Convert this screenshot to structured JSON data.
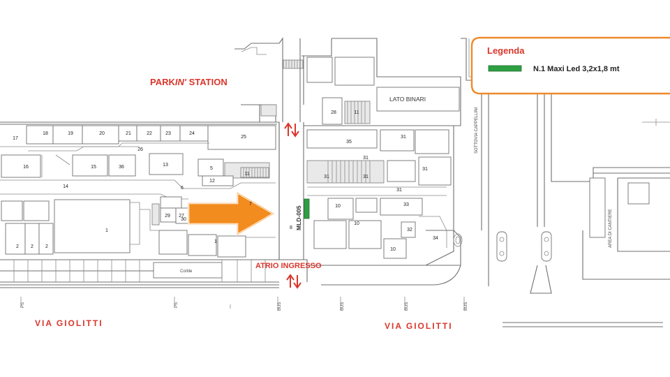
{
  "labels": {
    "parking_station": "PARKIN' STATION",
    "parking_prefix": "PARK",
    "parking_italic": "IN'",
    "parking_suffix": " STATION",
    "atrio_ingresso": "ATRIO INGRESSO",
    "via_giolitti_left": "VIA GIOLITTI",
    "via_giolitti_right": "VIA GIOLITTI",
    "lato_binari": "LATO BINARI",
    "sottovia": "SOTTOVIA CAPPELLINI",
    "area_cantiere": "AREA DI CANTIERE",
    "cortile": "Cortile",
    "mld": "MLD-005"
  },
  "legend": {
    "title": "Legenda",
    "item": "N.1 Maxi Led 3,2x1,8 mt",
    "swatch_color": "#2ea043"
  },
  "room_numbers": {
    "r17": "17",
    "r18": "18",
    "r19": "19",
    "r20": "20",
    "r21": "21",
    "r22": "22",
    "r23": "23",
    "r24": "24",
    "r25": "25",
    "r26": "26",
    "r16": "16",
    "r15": "15",
    "r36": "36",
    "r13": "13",
    "r5": "5",
    "r11": "11",
    "r12": "12",
    "r14": "14",
    "r6": "6",
    "r1": "1",
    "r2a": "2",
    "r2b": "2",
    "r27": "27",
    "r29": "29",
    "r30": "30",
    "r1b": "1",
    "r7": "7",
    "r8": "8",
    "r28": "28",
    "r11b": "11",
    "r35": "35",
    "r31a": "31",
    "r31b": "31",
    "r31c": "31",
    "r31d": "31",
    "r31e": "31",
    "r31f": "31",
    "r10a": "10",
    "r33": "33",
    "r10b": "10",
    "r32": "32",
    "r10c": "10",
    "r34": "34",
    "r2c": "2"
  },
  "street_marks": {
    "ps1": "PS",
    "ps2": "PS",
    "bus1": "BUS",
    "bus2": "BUS",
    "bus3": "BUS",
    "bus4": "BUS"
  },
  "colors": {
    "accent_red": "#d9362b",
    "arrow_orange": "#f28c1e",
    "legend_border": "#ee8a2a",
    "wall_gray": "#6f6f6f"
  },
  "icons": {
    "bidirectional_arrow": "up-down-arrow-icon",
    "pointer_arrow": "orange-arrow-icon",
    "led_marker": "led-screen-marker-icon"
  }
}
